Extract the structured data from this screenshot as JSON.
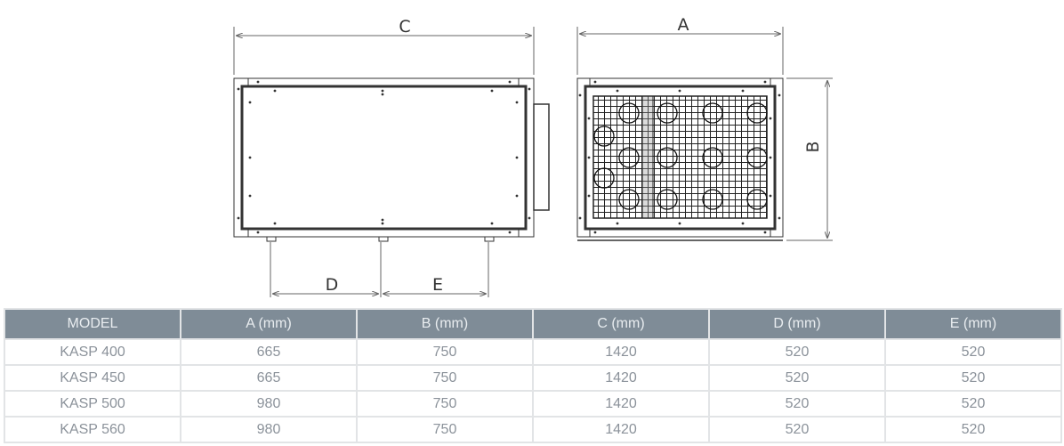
{
  "dimensions": {
    "A": "A",
    "B": "B",
    "C": "C",
    "D": "D",
    "E": "E"
  },
  "table": {
    "headers": [
      "MODEL",
      "A (mm)",
      "B (mm)",
      "C (mm)",
      "D (mm)",
      "E (mm)"
    ],
    "rows": [
      [
        "KASP 400",
        "665",
        "750",
        "1420",
        "520",
        "520"
      ],
      [
        "KASP 450",
        "665",
        "750",
        "1420",
        "520",
        "520"
      ],
      [
        "KASP 500",
        "980",
        "750",
        "1420",
        "520",
        "520"
      ],
      [
        "KASP 560",
        "980",
        "750",
        "1420",
        "520",
        "520"
      ]
    ]
  }
}
